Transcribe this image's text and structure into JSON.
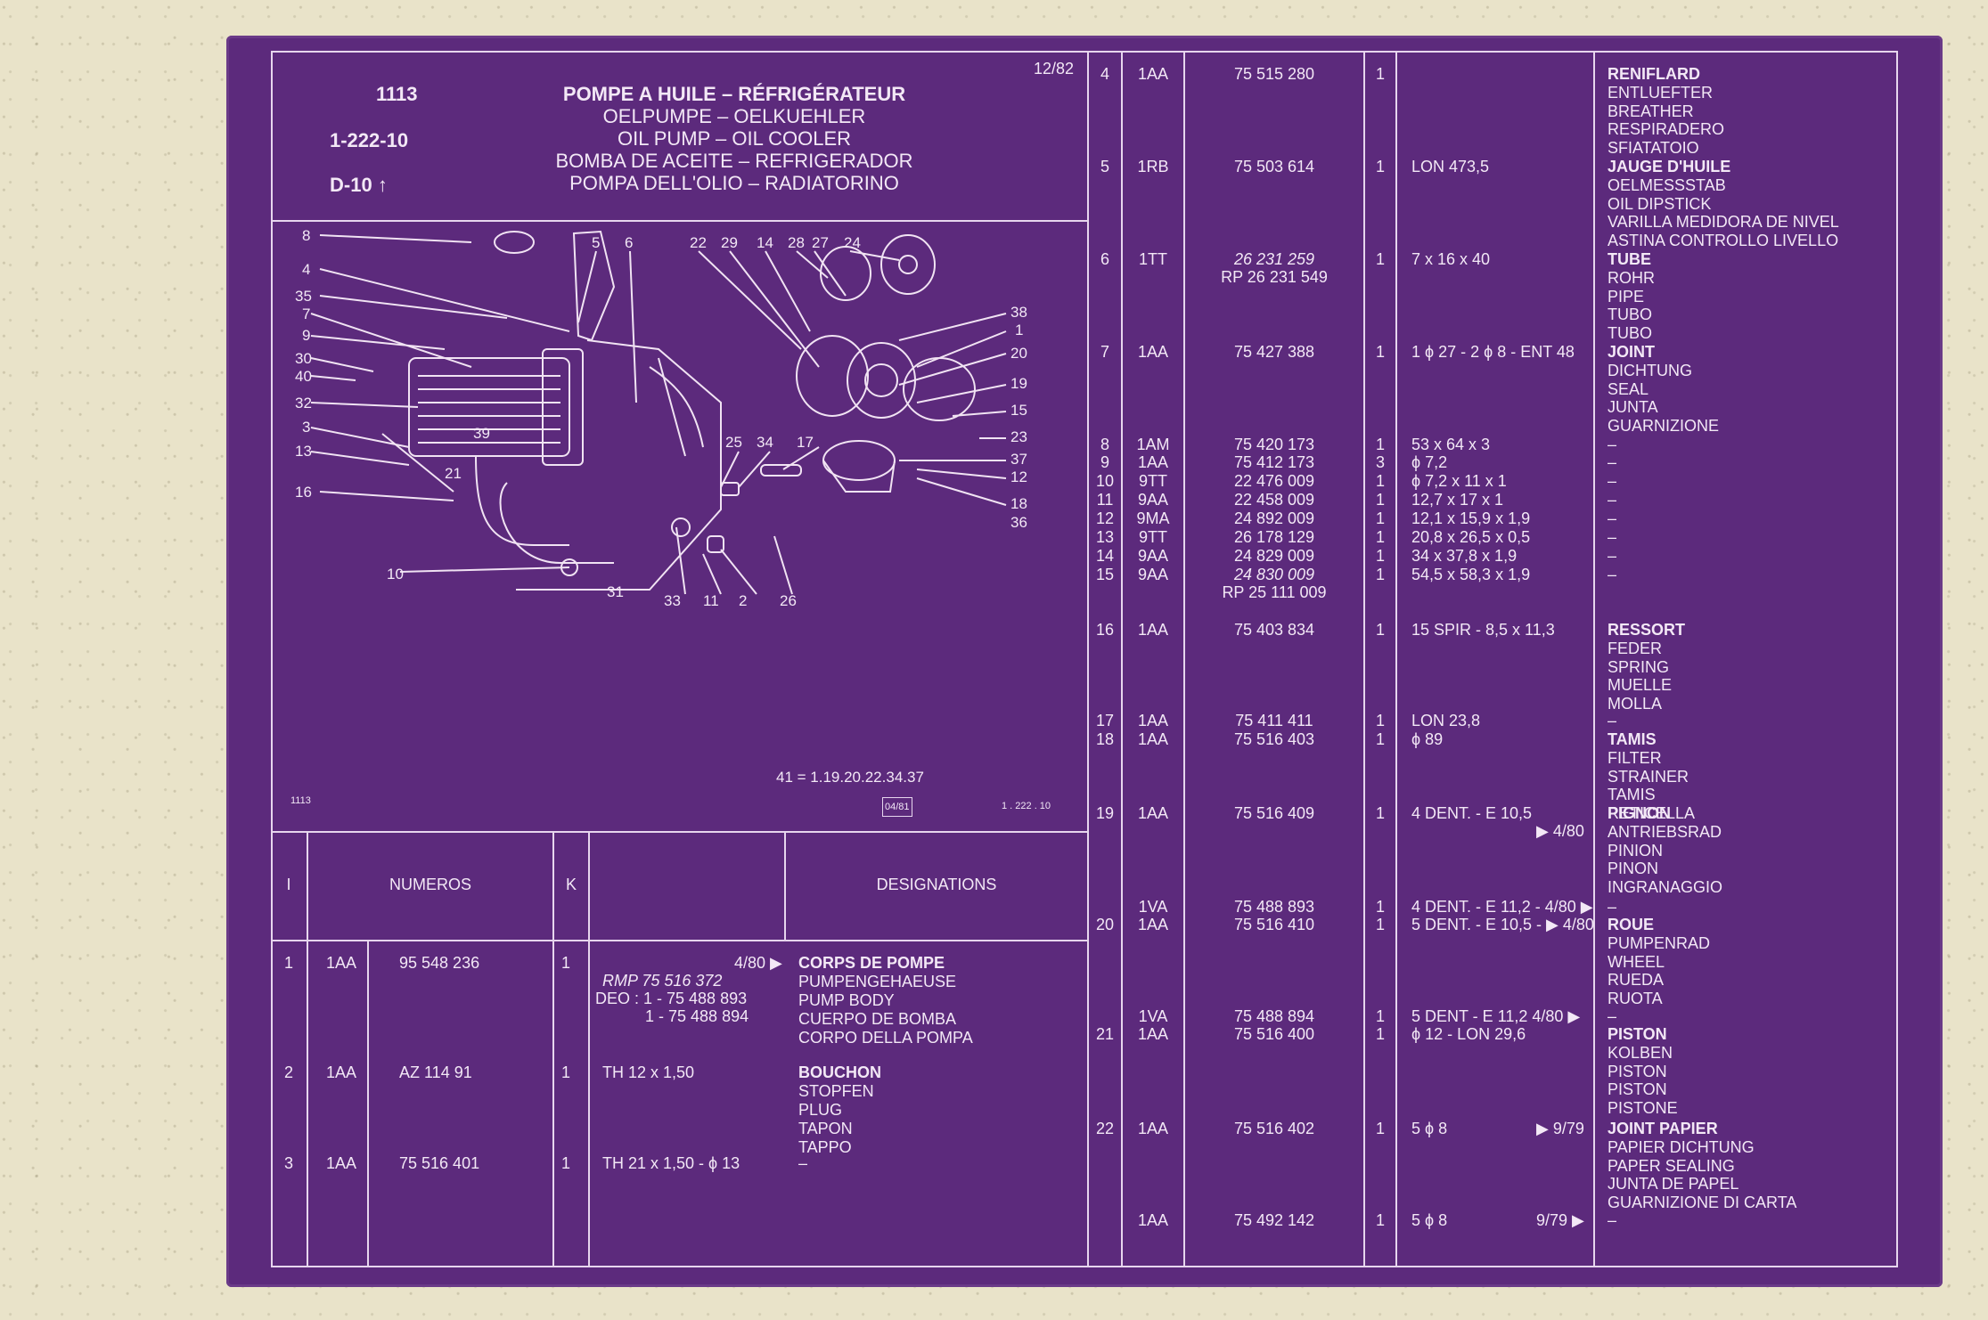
{
  "header": {
    "code": "1113",
    "ref": "1-222-10",
    "page": "D-10",
    "date": "12/82",
    "titles": [
      "POMPE A HUILE – RÉFRIGÉRATEUR",
      "OELPUMPE – OELKUEHLER",
      "OIL PUMP – OIL COOLER",
      "BOMBA DE ACEITE – REFRIGERADOR",
      "POMPA DELL'OLIO – RADIATORINO"
    ]
  },
  "diagram": {
    "labels": [
      "8",
      "4",
      "35",
      "7",
      "9",
      "30",
      "40",
      "32",
      "3",
      "13",
      "16",
      "5",
      "6",
      "22",
      "29",
      "14",
      "28",
      "27",
      "24",
      "38",
      "1",
      "20",
      "19",
      "15",
      "23",
      "37",
      "12",
      "18",
      "36",
      "25",
      "34",
      "17",
      "39",
      "21",
      "10",
      "31",
      "33",
      "11",
      "2",
      "26"
    ],
    "formula": "41 = 1.19.20.22.34.37",
    "corner_left": "1113",
    "corner_mid": "04/81",
    "corner_right": "1 . 222 . 10"
  },
  "left_table": {
    "headers": {
      "i": "I",
      "numeros": "NUMEROS",
      "k": "K",
      "designations": "DESIGNATIONS"
    },
    "rows": [
      {
        "idx": "1",
        "code": "1AA",
        "num": "95 548 236",
        "k": "1",
        "note": "4/80 ▶",
        "extra": [
          "RMP 75 516 372",
          "DEO : 1 - 75 488 893",
          "1 - 75 488 894"
        ],
        "names": [
          "CORPS DE POMPE",
          "PUMPENGEHAEUSE",
          "PUMP BODY",
          "CUERPO DE BOMBA",
          "CORPO DELLA POMPA"
        ]
      },
      {
        "idx": "2",
        "code": "1AA",
        "num": "AZ 114 91",
        "k": "1",
        "extra": [
          "TH 12 x 1,50"
        ],
        "names": [
          "BOUCHON",
          "STOPFEN",
          "PLUG",
          "TAPON",
          "TAPPO"
        ]
      },
      {
        "idx": "3",
        "code": "1AA",
        "num": "75 516 401",
        "k": "1",
        "extra": [
          "TH 21 x 1,50 - ϕ 13"
        ],
        "names": [
          "–"
        ]
      }
    ]
  },
  "right_table": {
    "rows": [
      {
        "idx": "4",
        "code": "1AA",
        "num": "75 515 280",
        "k": "1",
        "spec": "",
        "names": [
          "RENIFLARD",
          "ENTLUEFTER",
          "BREATHER",
          "RESPIRADERO",
          "SFIATATOIO"
        ]
      },
      {
        "idx": "5",
        "code": "1RB",
        "num": "75 503 614",
        "k": "1",
        "spec": "LON 473,5",
        "names": [
          "JAUGE D'HUILE",
          "OELMESSSTAB",
          "OIL DIPSTICK",
          "VARILLA MEDIDORA DE NIVEL",
          "ASTINA CONTROLLO LIVELLO"
        ]
      },
      {
        "idx": "6",
        "code": "1TT",
        "num": "26 231 259",
        "num2": "RP 26 231 549",
        "k": "1",
        "spec": "7 x 16 x 40",
        "names": [
          "TUBE",
          "ROHR",
          "PIPE",
          "TUBO",
          "TUBO"
        ]
      },
      {
        "idx": "7",
        "code": "1AA",
        "num": "75 427 388",
        "k": "1",
        "spec": "1 ϕ 27 - 2 ϕ 8 - ENT 48",
        "names": [
          "JOINT",
          "DICHTUNG",
          "SEAL",
          "JUNTA",
          "GUARNIZIONE"
        ]
      },
      {
        "idx": "8",
        "code": "1AM",
        "num": "75 420 173",
        "k": "1",
        "spec": "53 x 64 x 3",
        "names": [
          "–"
        ]
      },
      {
        "idx": "9",
        "code": "1AA",
        "num": "75 412 173",
        "k": "3",
        "spec": "ϕ 7,2",
        "names": [
          "–"
        ]
      },
      {
        "idx": "10",
        "code": "9TT",
        "num": "22 476 009",
        "k": "1",
        "spec": "ϕ 7,2 x 11 x 1",
        "names": [
          "–"
        ]
      },
      {
        "idx": "11",
        "code": "9AA",
        "num": "22 458 009",
        "k": "1",
        "spec": "12,7 x 17 x 1",
        "names": [
          "–"
        ]
      },
      {
        "idx": "12",
        "code": "9MA",
        "num": "24 892 009",
        "k": "1",
        "spec": "12,1 x 15,9 x 1,9",
        "names": [
          "–"
        ]
      },
      {
        "idx": "13",
        "code": "9TT",
        "num": "26 178 129",
        "k": "1",
        "spec": "20,8 x 26,5 x 0,5",
        "names": [
          "–"
        ]
      },
      {
        "idx": "14",
        "code": "9AA",
        "num": "24 829 009",
        "k": "1",
        "spec": "34 x 37,8 x 1,9",
        "names": [
          "–"
        ]
      },
      {
        "idx": "15",
        "code": "9AA",
        "num": "24 830 009",
        "num2": "RP 25 111 009",
        "k": "1",
        "spec": "54,5 x 58,3 x 1,9",
        "names": [
          "–"
        ]
      },
      {
        "idx": "16",
        "code": "1AA",
        "num": "75 403 834",
        "k": "1",
        "spec": "15 SPIR - 8,5 x 11,3",
        "names": [
          "RESSORT",
          "FEDER",
          "SPRING",
          "MUELLE",
          "MOLLA"
        ]
      },
      {
        "idx": "17",
        "code": "1AA",
        "num": "75 411 411",
        "k": "1",
        "spec": "LON 23,8",
        "names": [
          "–"
        ]
      },
      {
        "idx": "18",
        "code": "1AA",
        "num": "75 516 403",
        "k": "1",
        "spec": "ϕ 89",
        "names": [
          "TAMIS",
          "FILTER",
          "STRAINER",
          "TAMIS",
          "RETICELLA"
        ]
      },
      {
        "idx": "19",
        "code": "1AA",
        "num": "75 516 409",
        "k": "1",
        "spec": "4 DENT. - E 10,5",
        "spec2": "▶ 4/80",
        "names": [
          "PIGNON",
          "ANTRIEBSRAD",
          "PINION",
          "PINON",
          "INGRANAGGIO"
        ]
      },
      {
        "idx": "",
        "code": "1VA",
        "num": "75 488 893",
        "k": "1",
        "spec": "4 DENT. - E 11,2 - 4/80 ▶",
        "names": [
          "–"
        ]
      },
      {
        "idx": "20",
        "code": "1AA",
        "num": "75 516 410",
        "k": "1",
        "spec": "5 DENT. - E 10,5 - ▶ 4/80",
        "names": [
          "ROUE",
          "PUMPENRAD",
          "WHEEL",
          "RUEDA",
          "RUOTA"
        ]
      },
      {
        "idx": "",
        "code": "1VA",
        "num": "75 488 894",
        "k": "1",
        "spec": "5 DENT - E 11,2  4/80 ▶",
        "names": [
          "–"
        ]
      },
      {
        "idx": "21",
        "code": "1AA",
        "num": "75 516 400",
        "k": "1",
        "spec": "ϕ 12 - LON 29,6",
        "names": [
          "PISTON",
          "KOLBEN",
          "PISTON",
          "PISTON",
          "PISTONE"
        ]
      },
      {
        "idx": "22",
        "code": "1AA",
        "num": "75 516 402",
        "k": "1",
        "spec": "5 ϕ 8",
        "spec2": "▶ 9/79",
        "names": [
          "JOINT PAPIER",
          "PAPIER DICHTUNG",
          "PAPER SEALING",
          "JUNTA DE PAPEL",
          "GUARNIZIONE DI CARTA"
        ]
      },
      {
        "idx": "",
        "code": "1AA",
        "num": "75 492 142",
        "k": "1",
        "spec": "5 ϕ 8",
        "spec2": "9/79 ▶",
        "names": [
          "–"
        ]
      }
    ]
  }
}
